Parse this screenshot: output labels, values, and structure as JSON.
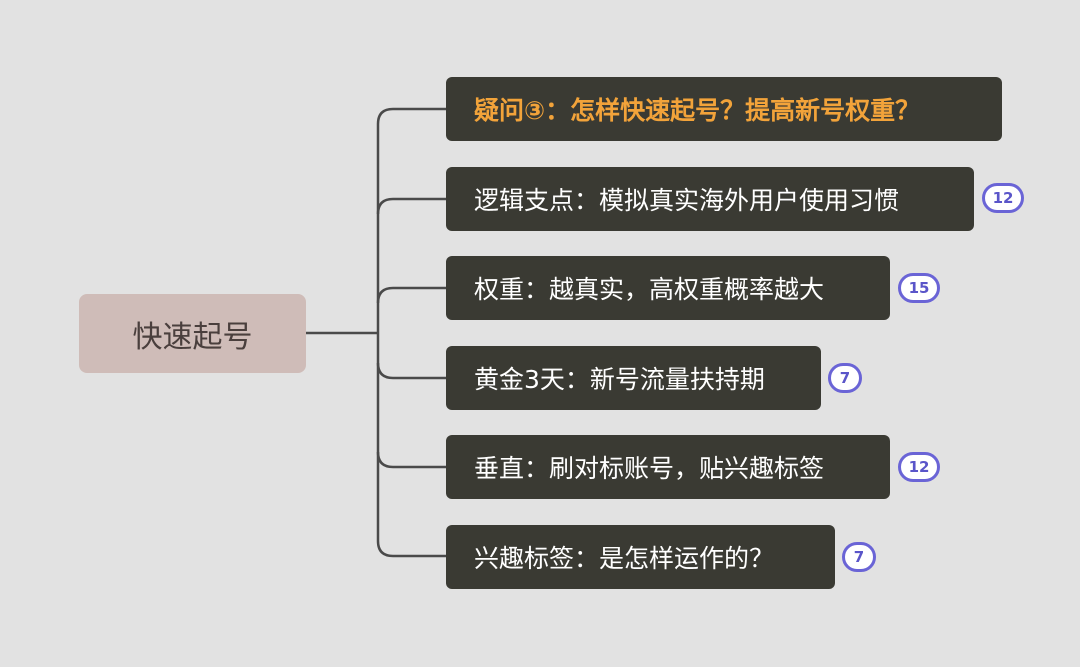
{
  "root": {
    "label": "快速起号"
  },
  "branches": [
    {
      "label": "疑问③：怎样快速起号？提高新号权重？",
      "highlight": true,
      "badge": null
    },
    {
      "label": "逻辑支点：模拟真实海外用户使用习惯",
      "highlight": false,
      "badge": "12"
    },
    {
      "label": "权重：越真实，高权重概率越大",
      "highlight": false,
      "badge": "15"
    },
    {
      "label": "黄金3天：新号流量扶持期",
      "highlight": false,
      "badge": "7"
    },
    {
      "label": "垂直：刷对标账号，贴兴趣标签",
      "highlight": false,
      "badge": "12"
    },
    {
      "label": "兴趣标签：是怎样运作的？",
      "highlight": false,
      "badge": "7"
    }
  ],
  "colors": {
    "background": "#e2e2e2",
    "root_fill": "#cfbcb8",
    "branch_fill": "#3a3a33",
    "highlight_text": "#f2a33a",
    "badge_border": "#6a64d6",
    "connector": "#4a4a4a"
  }
}
